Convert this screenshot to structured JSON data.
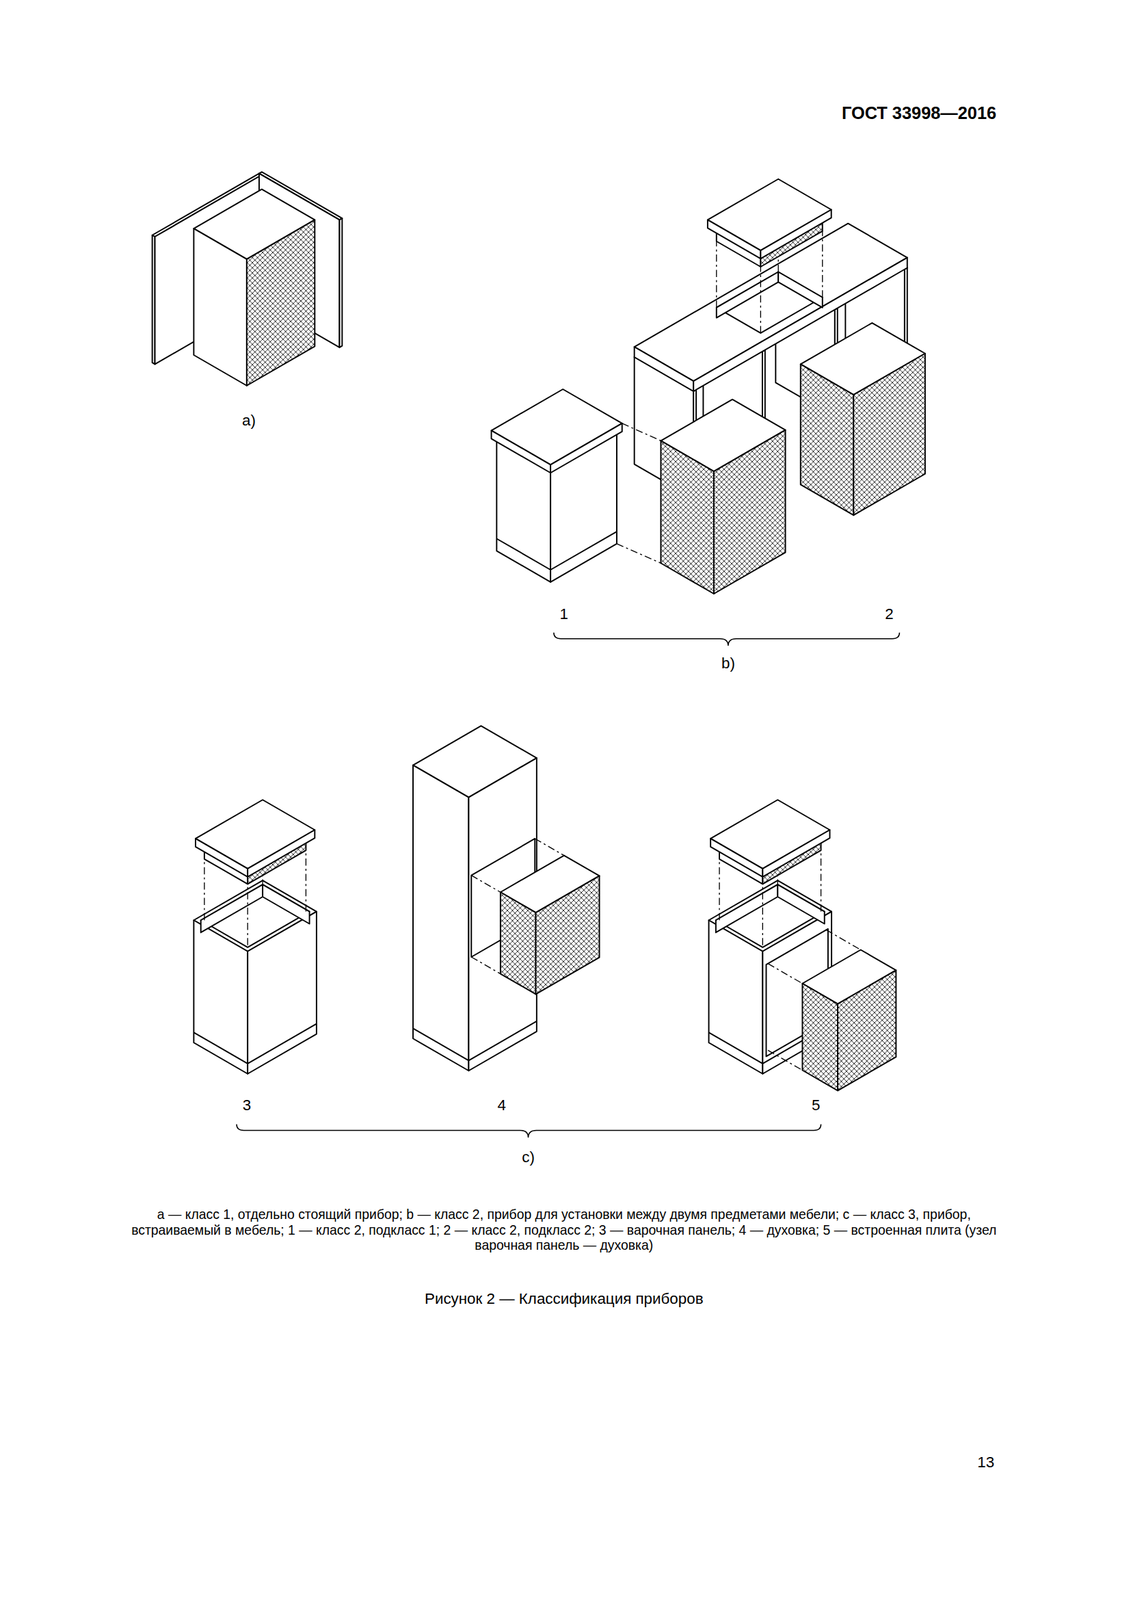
{
  "diagram": {
    "caption": "Рисунок 2 — Классификация приборов",
    "labels": [
      "ГОСТ 33998—2016",
      "a)",
      "1",
      "2",
      "b)",
      "3",
      "4",
      "5",
      "c)",
      "a — класс 1, отдельно стоящий прибор; b — класс 2, прибор для установки между двумя предметами мебели; c — класс 3, прибор, встраиваемый в мебель; 1 — класс 2, подкласс 1; 2 — класс 2, подкласс 2; 3 — варочная панель; 4 — духовка; 5 — встроенная плита (узел варочная панель — духовка)",
      "13"
    ]
  }
}
